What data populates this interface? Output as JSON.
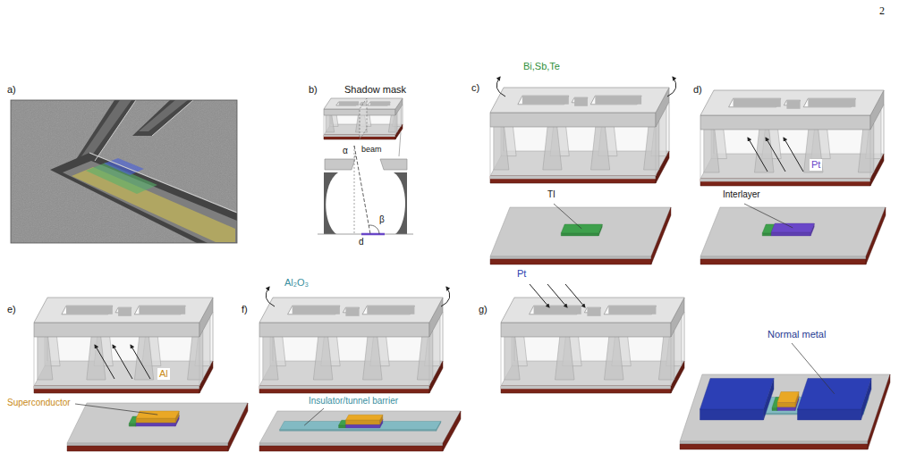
{
  "diagram": {
    "labels": [
      "2",
      "a)",
      "b)",
      "Shadow mask",
      "α",
      "beam",
      "β",
      "d",
      "c)",
      "Bi,Sb,Te",
      "TI",
      "d)",
      "Pt",
      "Interlayer",
      "e)",
      "Al",
      "Superconductor",
      "f)",
      "Al₂O₃",
      "Insulator/tunnel barrier",
      "g)",
      "Pt",
      "Normal metal"
    ]
  }
}
